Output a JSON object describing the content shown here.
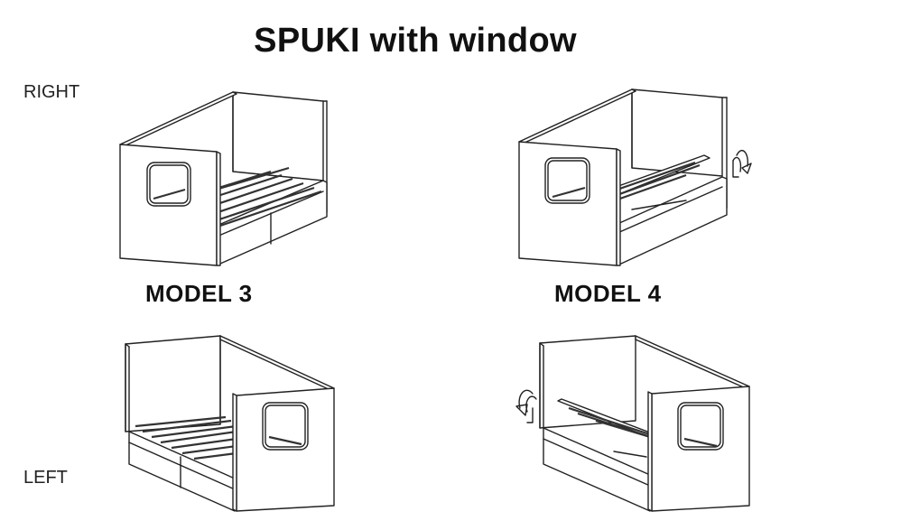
{
  "title": "SPUKI with window",
  "labels": {
    "right": "RIGHT",
    "left": "LEFT",
    "model3": "MODEL 3",
    "model4": "MODEL 4"
  },
  "icons": {
    "rotate_arrow": "curved-arrow-icon"
  },
  "colors": {
    "line": "#222222",
    "background": "#ffffff"
  }
}
